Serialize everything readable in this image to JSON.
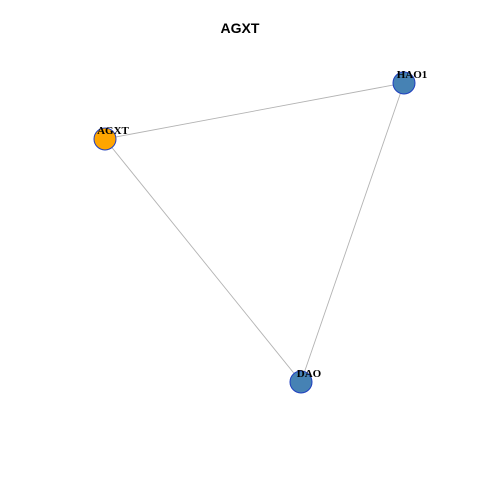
{
  "title": "AGXT",
  "colors": {
    "edge": "#b3b3b3",
    "node_stroke": "#1f3fbf",
    "highlight": "#ffa500",
    "neighbor": "#4682b4"
  },
  "nodes": [
    {
      "id": "AGXT",
      "label": "AGXT",
      "highlighted": true
    },
    {
      "id": "HAO1",
      "label": "HAO1",
      "highlighted": false
    },
    {
      "id": "DAO",
      "label": "DAO",
      "highlighted": false
    }
  ],
  "edges": [
    {
      "source": "AGXT",
      "target": "HAO1"
    },
    {
      "source": "HAO1",
      "target": "DAO"
    },
    {
      "source": "AGXT",
      "target": "DAO"
    }
  ]
}
